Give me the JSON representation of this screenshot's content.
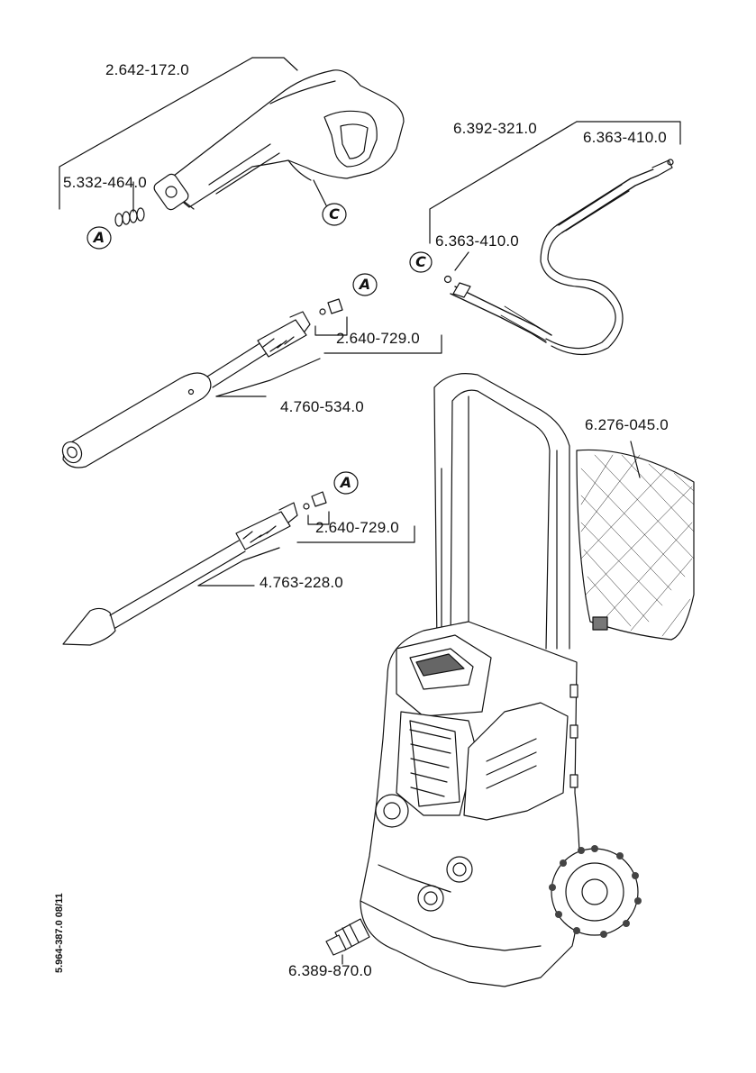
{
  "parts": {
    "trigger_gun": "2.642-172.0",
    "spring_set": "5.332-464.0",
    "hose": "6.392-321.0",
    "hose_oring_top": "6.363-410.0",
    "hose_oring_bottom": "6.363-410.0",
    "vario_lance_set": "2.640-729.0",
    "vario_lance": "4.760-534.0",
    "dirt_blaster_set": "2.640-729.0",
    "dirt_blaster": "4.763-228.0",
    "filter_screen": "6.276-045.0",
    "coupling": "6.389-870.0"
  },
  "callouts": {
    "a": "A",
    "c": "C"
  },
  "doc_code": "5.964-387.0  08/11"
}
